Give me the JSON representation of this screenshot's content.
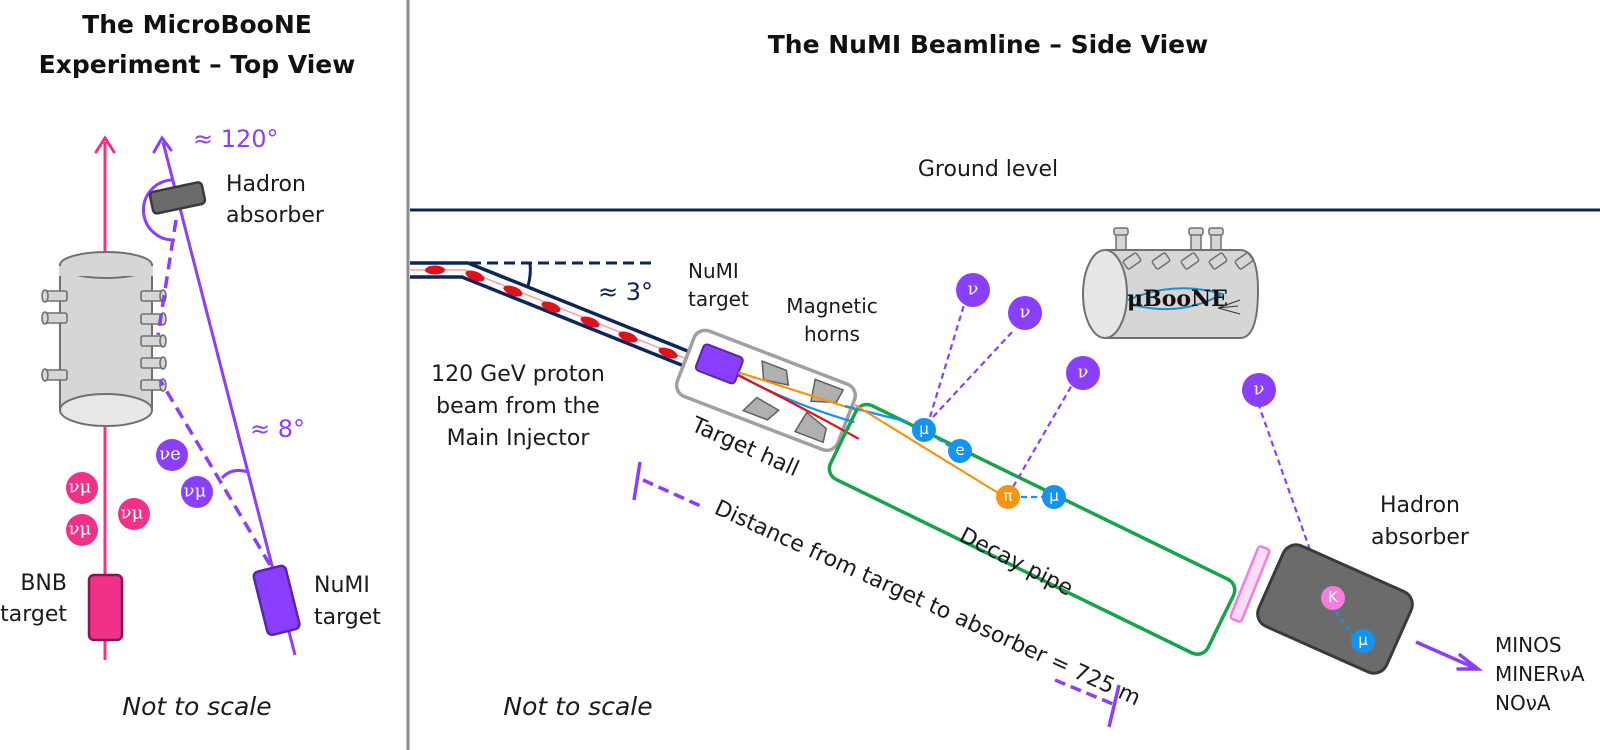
{
  "left_panel": {
    "title_line1": "The MicroBooNE",
    "title_line2": "Experiment – Top View",
    "angle_large": "≈ 120°",
    "angle_small": "≈ 8°",
    "hadron_absorber_line1": "Hadron",
    "hadron_absorber_line2": "absorber",
    "bnb_target_line1": "BNB",
    "bnb_target_line2": "target",
    "numi_target_line1": "NuMI",
    "numi_target_line2": "target",
    "neutrinos": {
      "bnb": [
        "νμ",
        "νμ",
        "νμ"
      ],
      "numi_e": "νe",
      "numi_mu": "νμ",
      "nu": "ν",
      "sub_mu": "μ",
      "sub_e": "e"
    },
    "footnote": "Not to scale"
  },
  "right_panel": {
    "title": "The NuMI Beamline – Side View",
    "ground_level": "Ground level",
    "angle": "≈ 3°",
    "numi_target_line1": "NuMI",
    "numi_target_line2": "target",
    "magnetic_horns_line1": "Magnetic",
    "magnetic_horns_line2": "horns",
    "proton_beam_line1": "120 GeV proton",
    "proton_beam_line2": "beam from the",
    "proton_beam_line3": "Main Injector",
    "target_hall": "Target hall",
    "decay_pipe": "Decay pipe",
    "distance": "Distance from target to absorber = 725 m",
    "hadron_absorber_line1": "Hadron",
    "hadron_absorber_line2": "absorber",
    "downstream_line1": "MINOS",
    "downstream_line2": "MINERνA",
    "downstream_line3": "NOνA",
    "detector_logo": "μBooNE",
    "particles": {
      "nu": "ν",
      "muon": "μ",
      "electron": "e",
      "pion": "π",
      "kaon": "K"
    },
    "footnote": "Not to scale"
  },
  "colors": {
    "bnb_pink": "#f0318a",
    "numi_purple": "#8a3ffc",
    "navy": "#0f2557",
    "beam_red": "#e0111b",
    "decay_green": "#17a34a",
    "muon_blue": "#1493f0",
    "pion_orange": "#f59312",
    "kaon_pink": "#f57ce0",
    "absorber_gray": "#6b6b6b",
    "detector_gray": "#d9d9d9"
  }
}
